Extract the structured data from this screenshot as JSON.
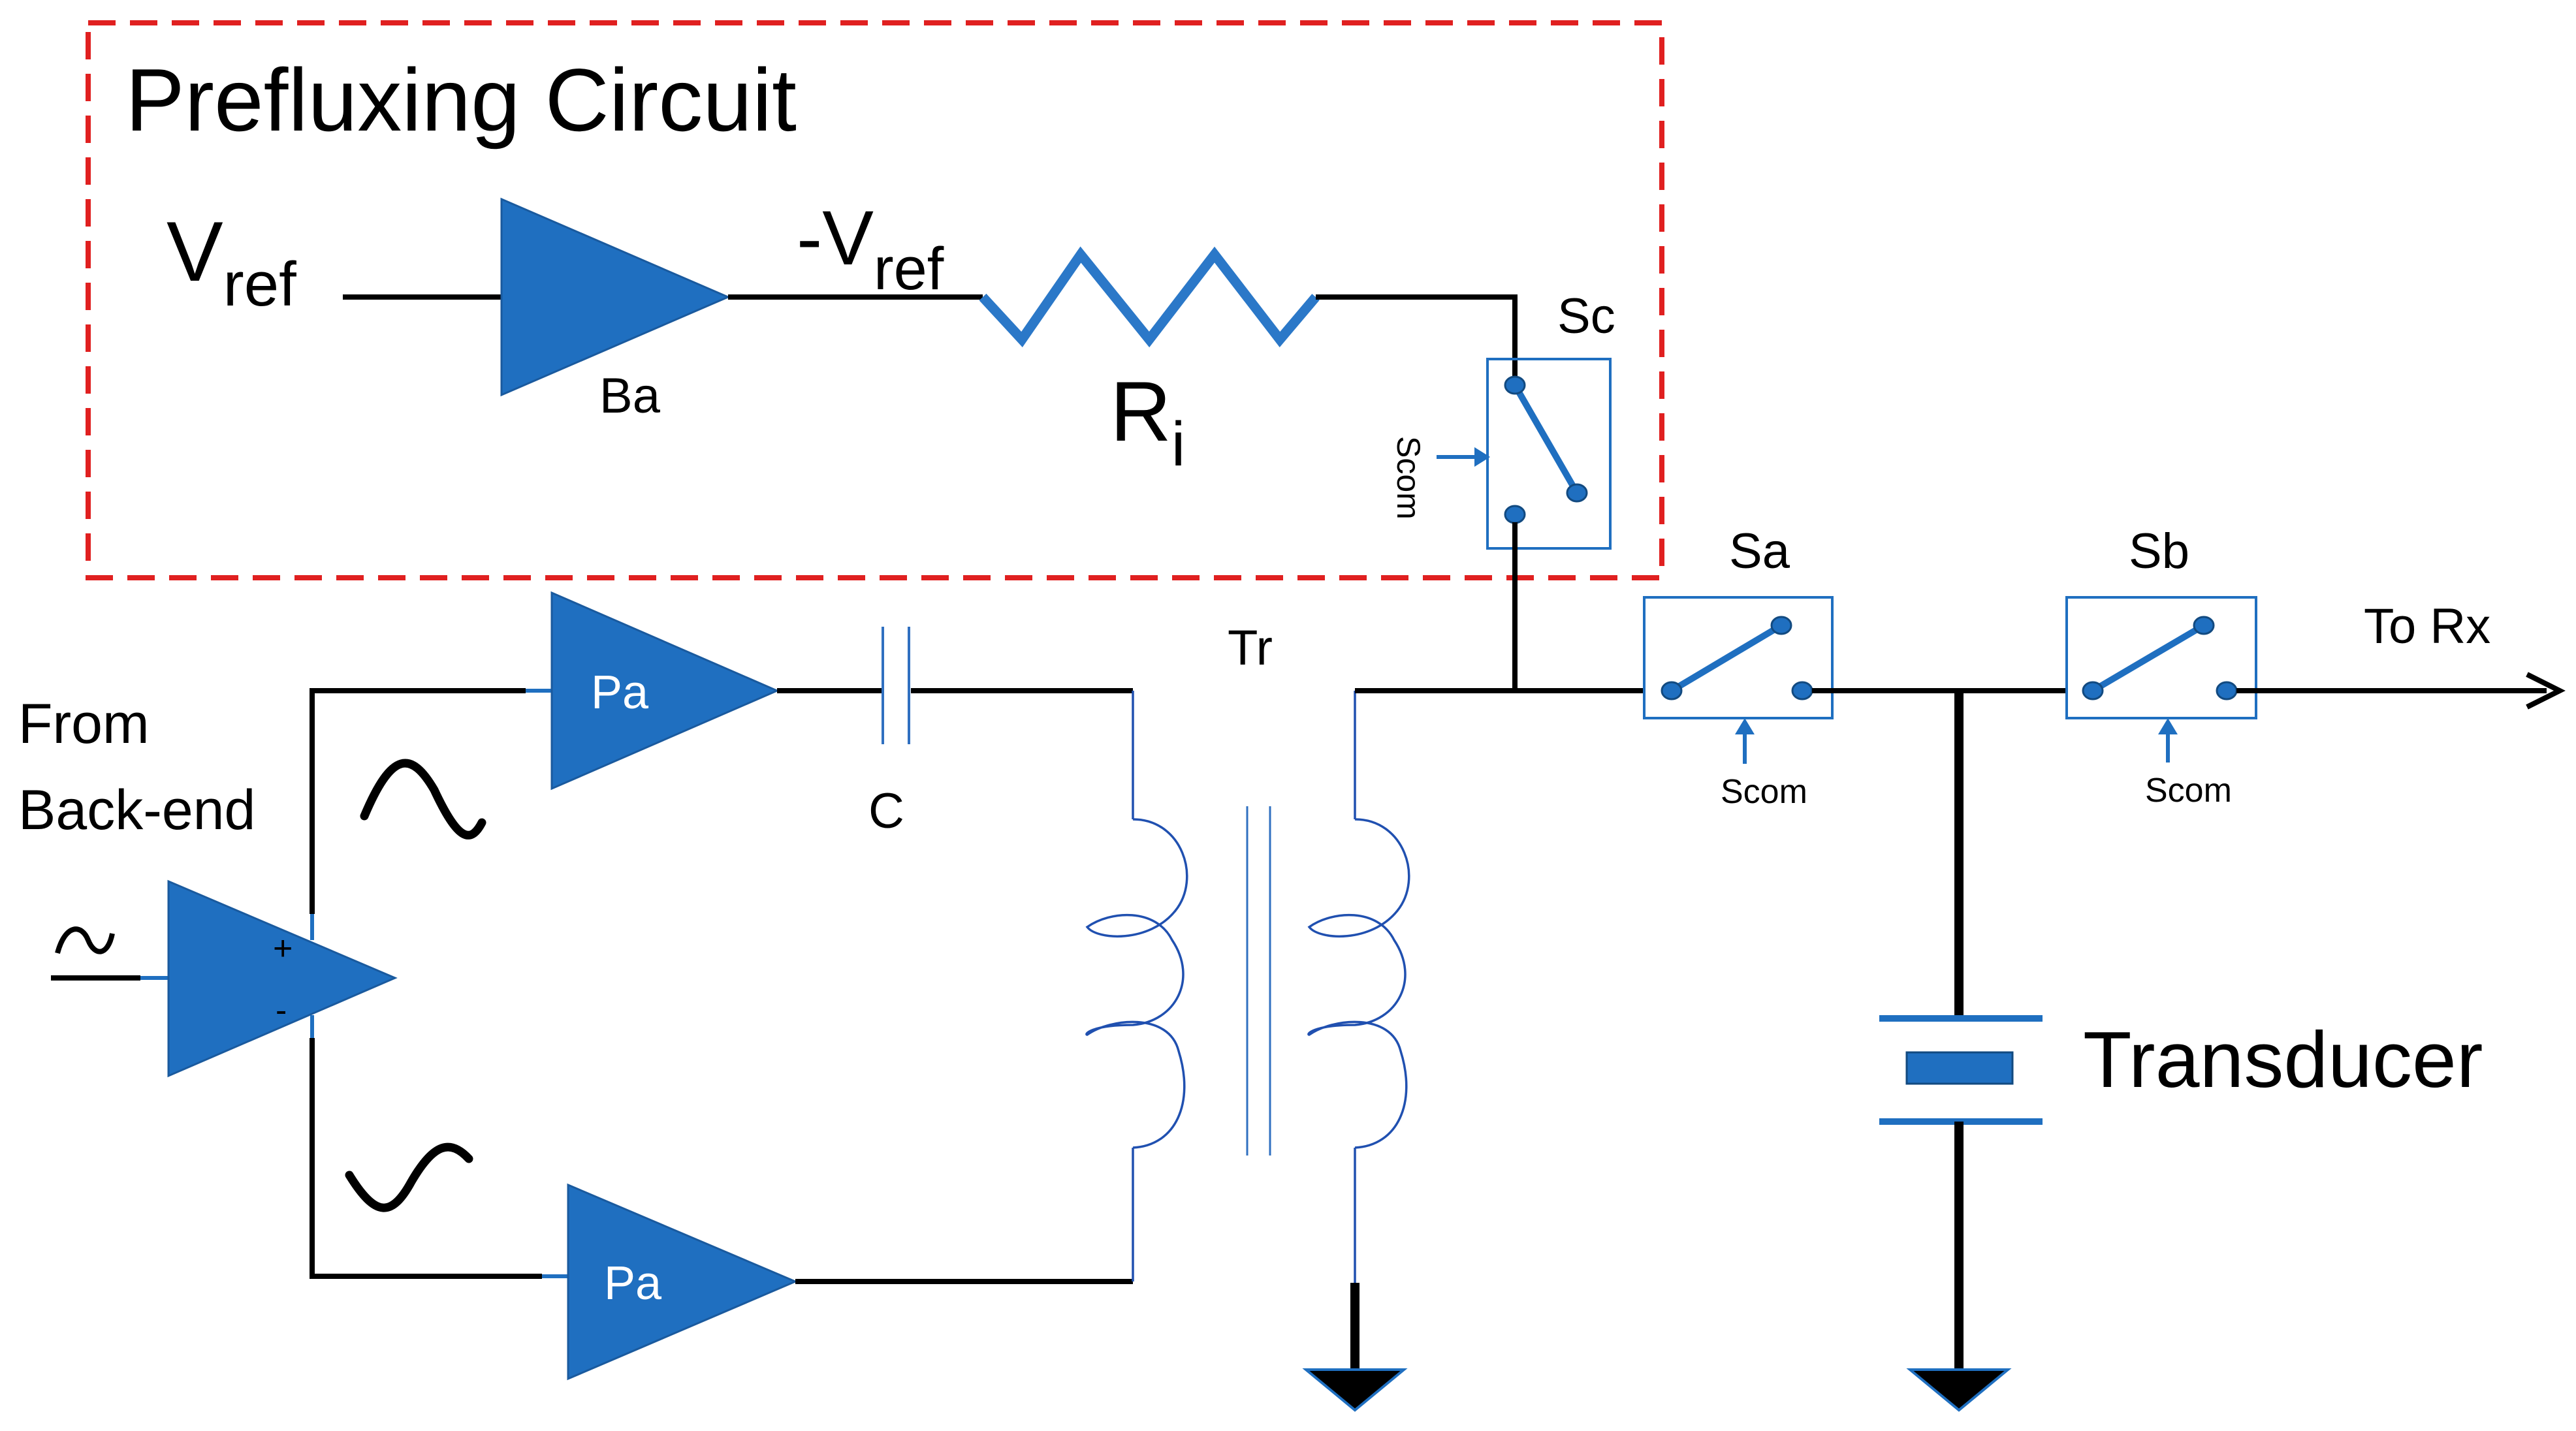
{
  "prefluxing_circuit": {
    "title": "Prefluxing Circuit",
    "input_label": "V",
    "input_subscript": "ref",
    "output_label": "-V",
    "output_subscript": "ref",
    "buffer_label": "Ba",
    "resistor_label": "R",
    "resistor_subscript": "i"
  },
  "switches": {
    "sc_label": "Sc",
    "sa_label": "Sa",
    "sb_label": "Sb",
    "scom_label": "Scom"
  },
  "drive": {
    "source_label_line1": "From",
    "source_label_line2": "Back-end",
    "source_symbol": "~",
    "plus_sign": "+",
    "minus_sign": "-",
    "pa_top_label": "Pa",
    "pa_bottom_label": "Pa",
    "capacitor_label": "C",
    "transformer_label": "Tr"
  },
  "output": {
    "to_rx_label": "To Rx",
    "transducer_label": "Transducer"
  },
  "colors": {
    "component_blue": "#1f6fc0",
    "frame_red": "#e02020",
    "wire": "#000000",
    "coil": "#2050b0"
  }
}
